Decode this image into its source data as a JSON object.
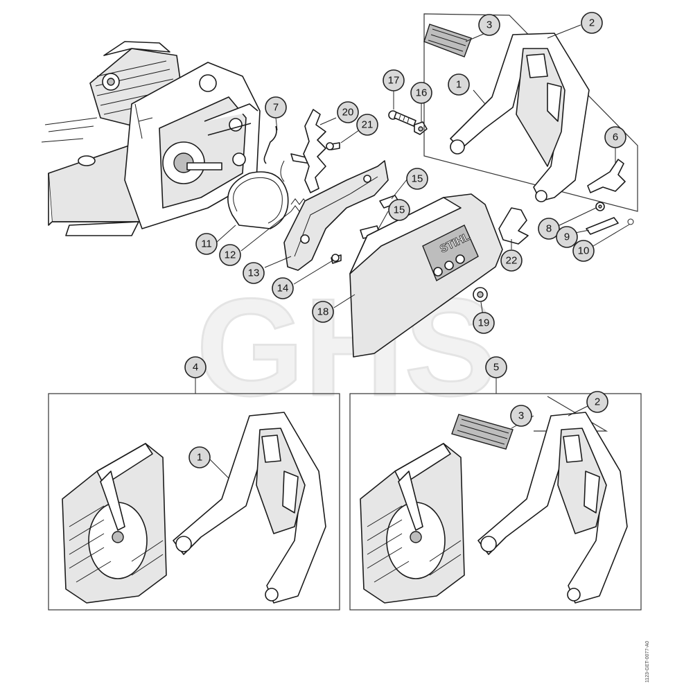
{
  "watermark": "GHS",
  "brand_label": "STIHL",
  "figure_code": "1123-GET-0077-A0",
  "callouts": {
    "c1": "1",
    "c2": "2",
    "c3": "3",
    "c4": "4",
    "c5": "5",
    "c6": "6",
    "c7": "7",
    "c8": "8",
    "c9": "9",
    "c10": "10",
    "c11": "11",
    "c12": "12",
    "c13": "13",
    "c14": "14",
    "c15a": "15",
    "c15b": "15",
    "c16": "16",
    "c17": "17",
    "c18": "18",
    "c19": "19",
    "c20": "20",
    "c21": "21",
    "c22": "22",
    "c4box": "4",
    "c5box": "5",
    "c1box4": "1",
    "c2box5": "2",
    "c3box5": "3"
  }
}
